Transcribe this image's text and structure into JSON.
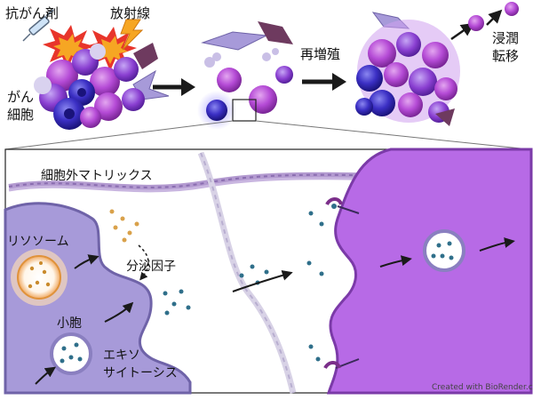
{
  "labels": {
    "anticancer": "抗がん剤",
    "radiation": "放射線",
    "cancer_cell_line1": "がん",
    "cancer_cell_line2": "細胞",
    "regrowth": "再増殖",
    "invasion_line1": "浸潤",
    "invasion_line2": "転移",
    "ecm": "細胞外マトリックス",
    "lysosome": "リソソーム",
    "secreted_factor": "分泌因子",
    "vesicle": "小胞",
    "exocytosis_line1": "エキソ",
    "exocytosis_line2": "サイトーシス",
    "credit": "Created with BioRender.com"
  },
  "colors": {
    "cancer_magenta": "#b54bd6",
    "cancer_violet": "#8a3fd1",
    "cancer_blue": "#3b2fc4",
    "recipient_cell": "#b76ae6",
    "source_cell": "#a79ad9",
    "ecm_fiber": "#9a7bb6",
    "lysosome": "#f0a860",
    "vesicle_dots": "#2f6f8a"
  },
  "icons": [
    "syringe-icon",
    "explosion-icon",
    "lightning-icon",
    "arrow-icon"
  ]
}
